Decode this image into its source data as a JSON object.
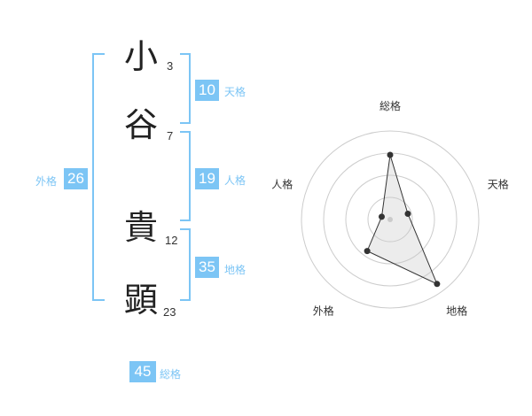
{
  "name": {
    "chars": [
      "小",
      "谷",
      "貴",
      "顕"
    ],
    "strokes": [
      "3",
      "7",
      "12",
      "23"
    ]
  },
  "kaku": {
    "ten": {
      "value": "10",
      "label": "天格"
    },
    "jin": {
      "value": "19",
      "label": "人格"
    },
    "chi": {
      "value": "35",
      "label": "地格"
    },
    "gai": {
      "value": "26",
      "label": "外格"
    },
    "sou": {
      "value": "45",
      "label": "総格"
    }
  },
  "colors": {
    "accent": "#7cc5f5",
    "text": "#222222",
    "grid": "#cccccc"
  },
  "chart_data": {
    "type": "radar",
    "axes": [
      "総格",
      "天格",
      "地格",
      "外格",
      "人格"
    ],
    "values": [
      0.73,
      0.21,
      0.9,
      0.44,
      0.1
    ],
    "rings": 4
  }
}
